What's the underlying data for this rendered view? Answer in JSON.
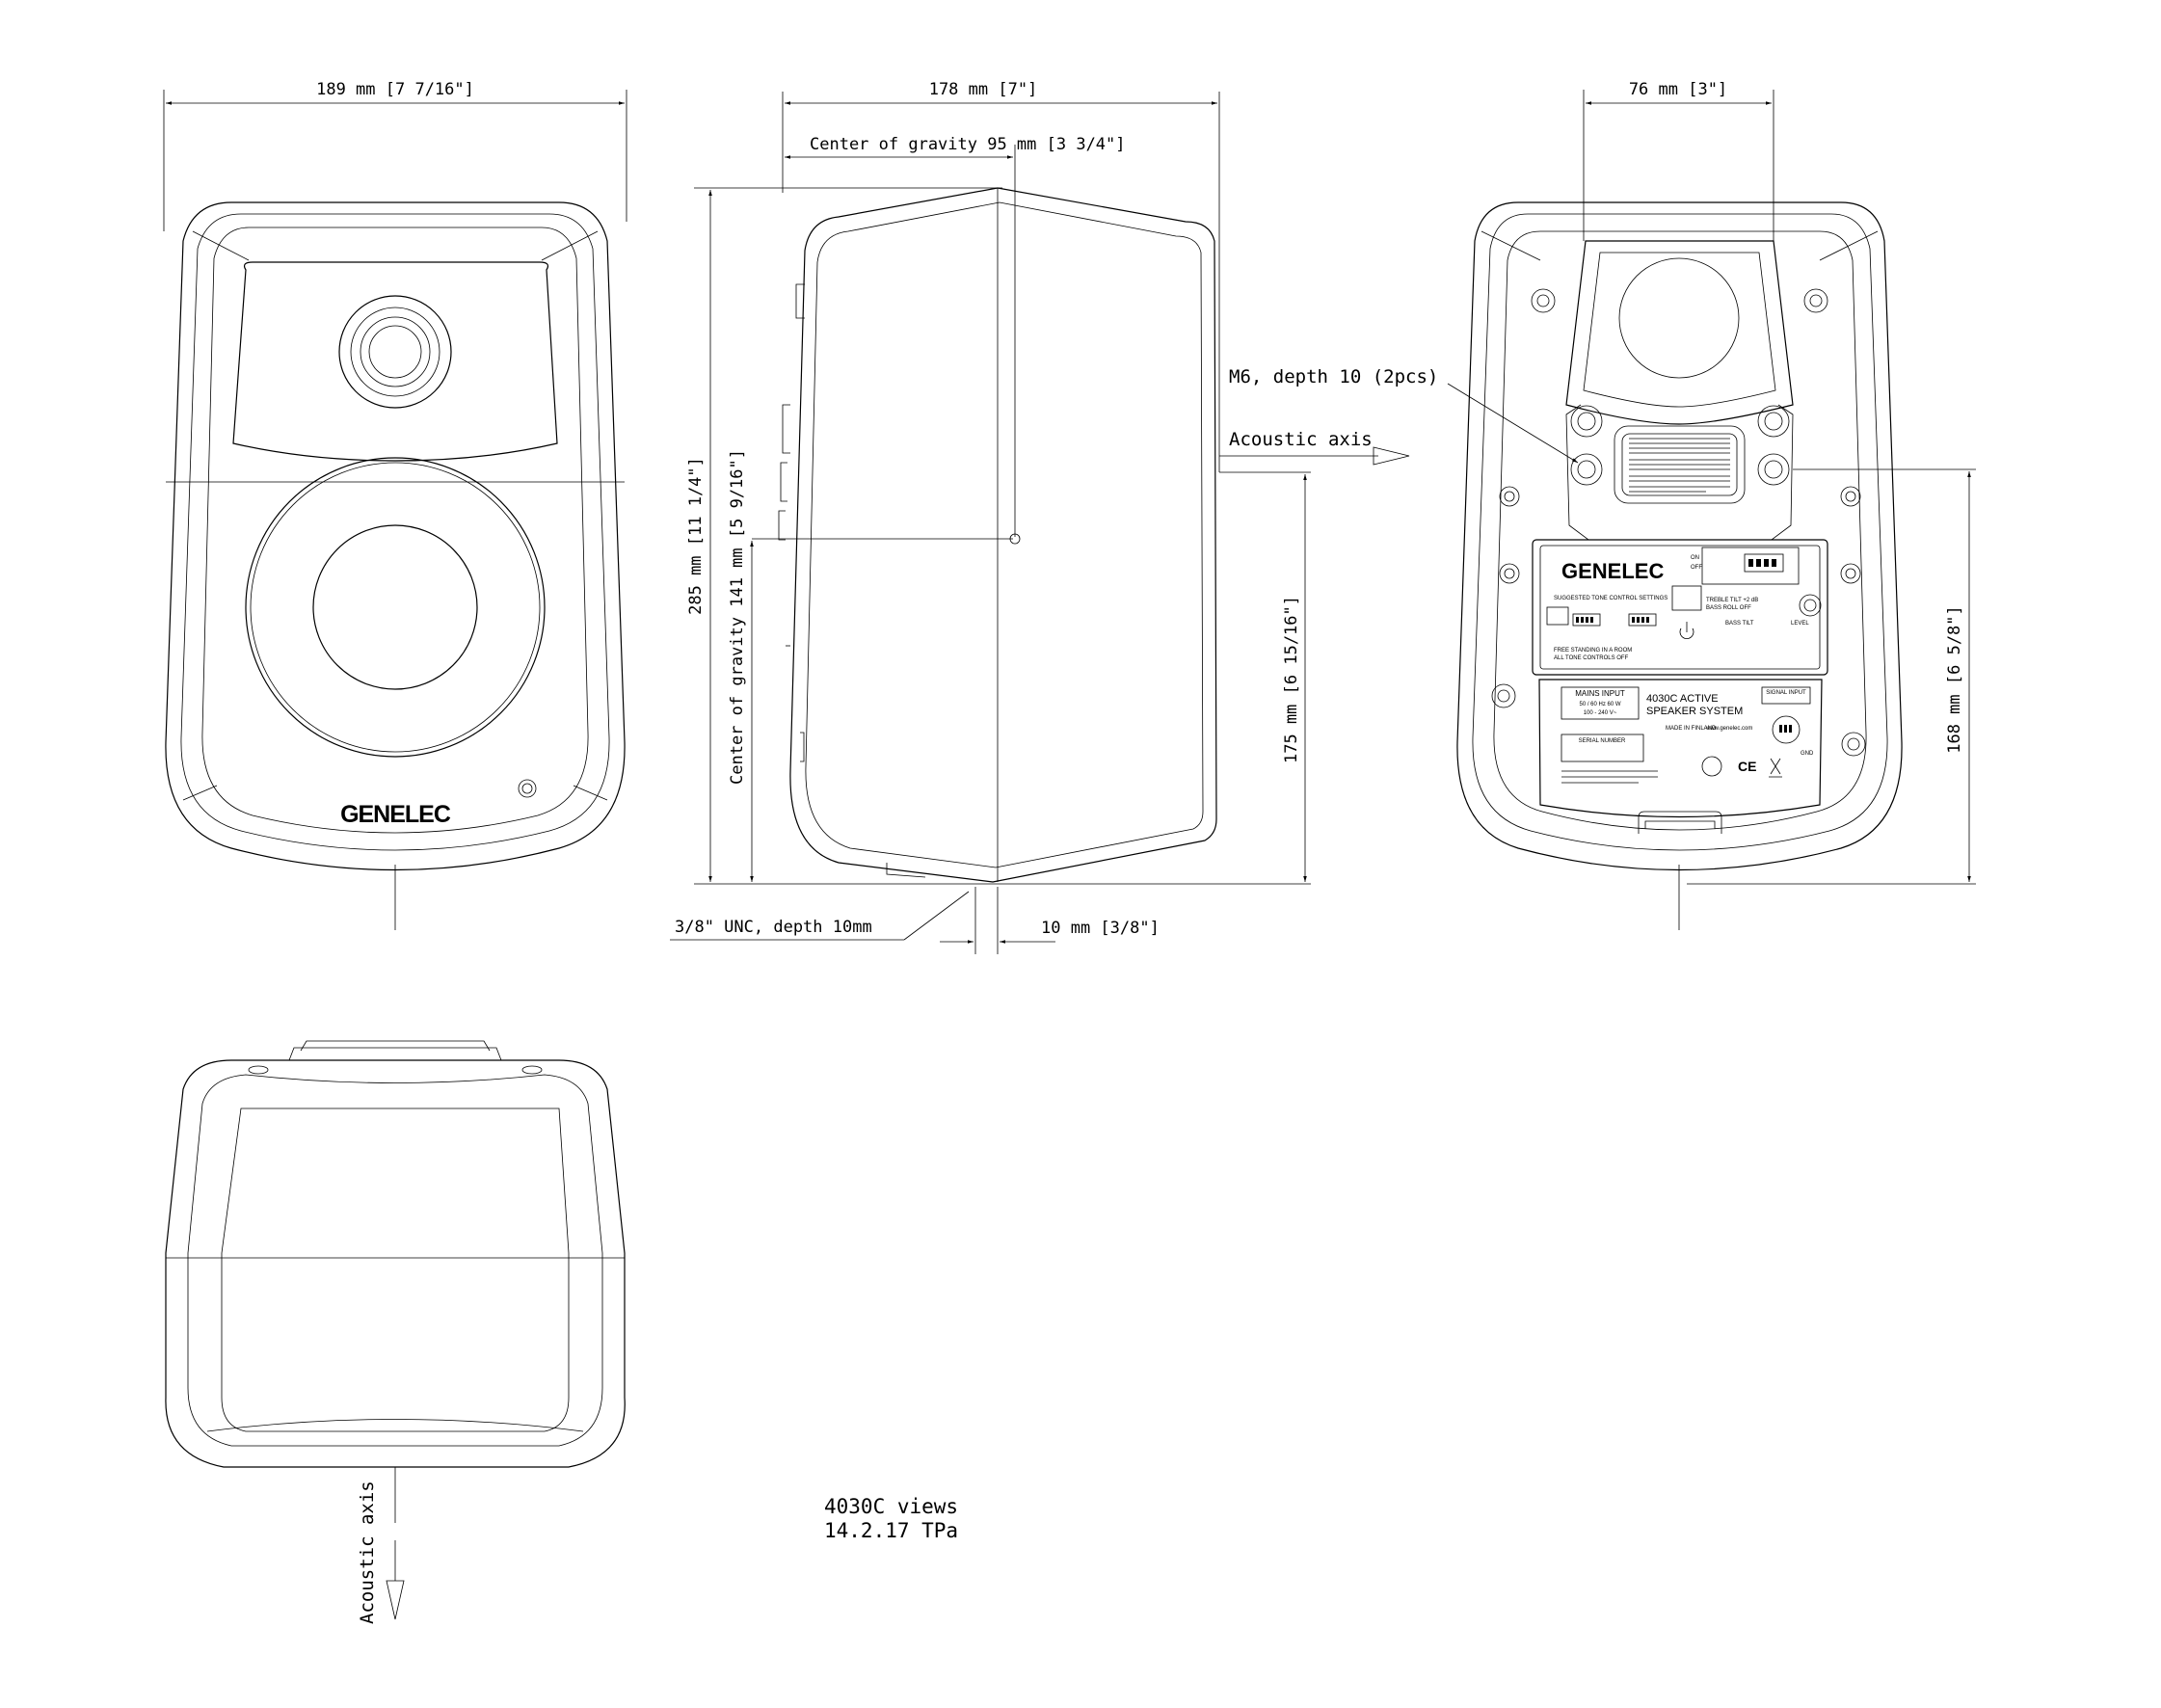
{
  "dimensions": {
    "front_width": "189 mm [7 7/16\"]",
    "side_depth": "178 mm [7\"]",
    "cog_horizontal": "Center of gravity 95 mm [3 3/4\"]",
    "rear_width": "76 mm [3\"]",
    "height_total": "285 mm [11 1/4\"]",
    "cog_vertical": "Center of gravity 141 mm [5 9/16\"]",
    "axis_height": "175 mm [6 15/16\"]",
    "rear_height": "168 mm [6 5/8\"]",
    "thread_bottom": "3/8\" UNC, depth 10mm",
    "thread_depth": "10 mm [3/8\"]",
    "m6_label": "M6, depth 10 (2pcs)"
  },
  "labels": {
    "acoustic_axis_side": "Acoustic axis",
    "acoustic_axis_top": "Acoustic axis",
    "brand_front": "GENELEC",
    "brand_rear": "GENELEC"
  },
  "rear_panel": {
    "on": "ON",
    "off": "OFF",
    "suggested": "SUGGESTED TONE CONTROL SETTINGS",
    "treble_tilt": "TREBLE TILT +2 dB",
    "bass_roll_off": "BASS ROLL OFF",
    "bass_tilt": "BASS TILT",
    "level": "LEVEL",
    "free_standing": "FREE STANDING IN A ROOM",
    "all_tone_off": "ALL TONE CONTROLS OFF",
    "mains_input": "MAINS INPUT",
    "mains_spec1": "50 / 60 Hz  60 W",
    "mains_spec2": "100 - 240 V~",
    "model_line1": "4030C ACTIVE",
    "model_line2": "SPEAKER SYSTEM",
    "signal_input": "SIGNAL INPUT",
    "made_in": "MADE IN FINLAND",
    "website": "www.genelec.com",
    "serial_number": "SERIAL NUMBER",
    "gnd": "GND"
  },
  "caption": {
    "line1": "4030C views",
    "line2": "14.2.17  TPa"
  }
}
